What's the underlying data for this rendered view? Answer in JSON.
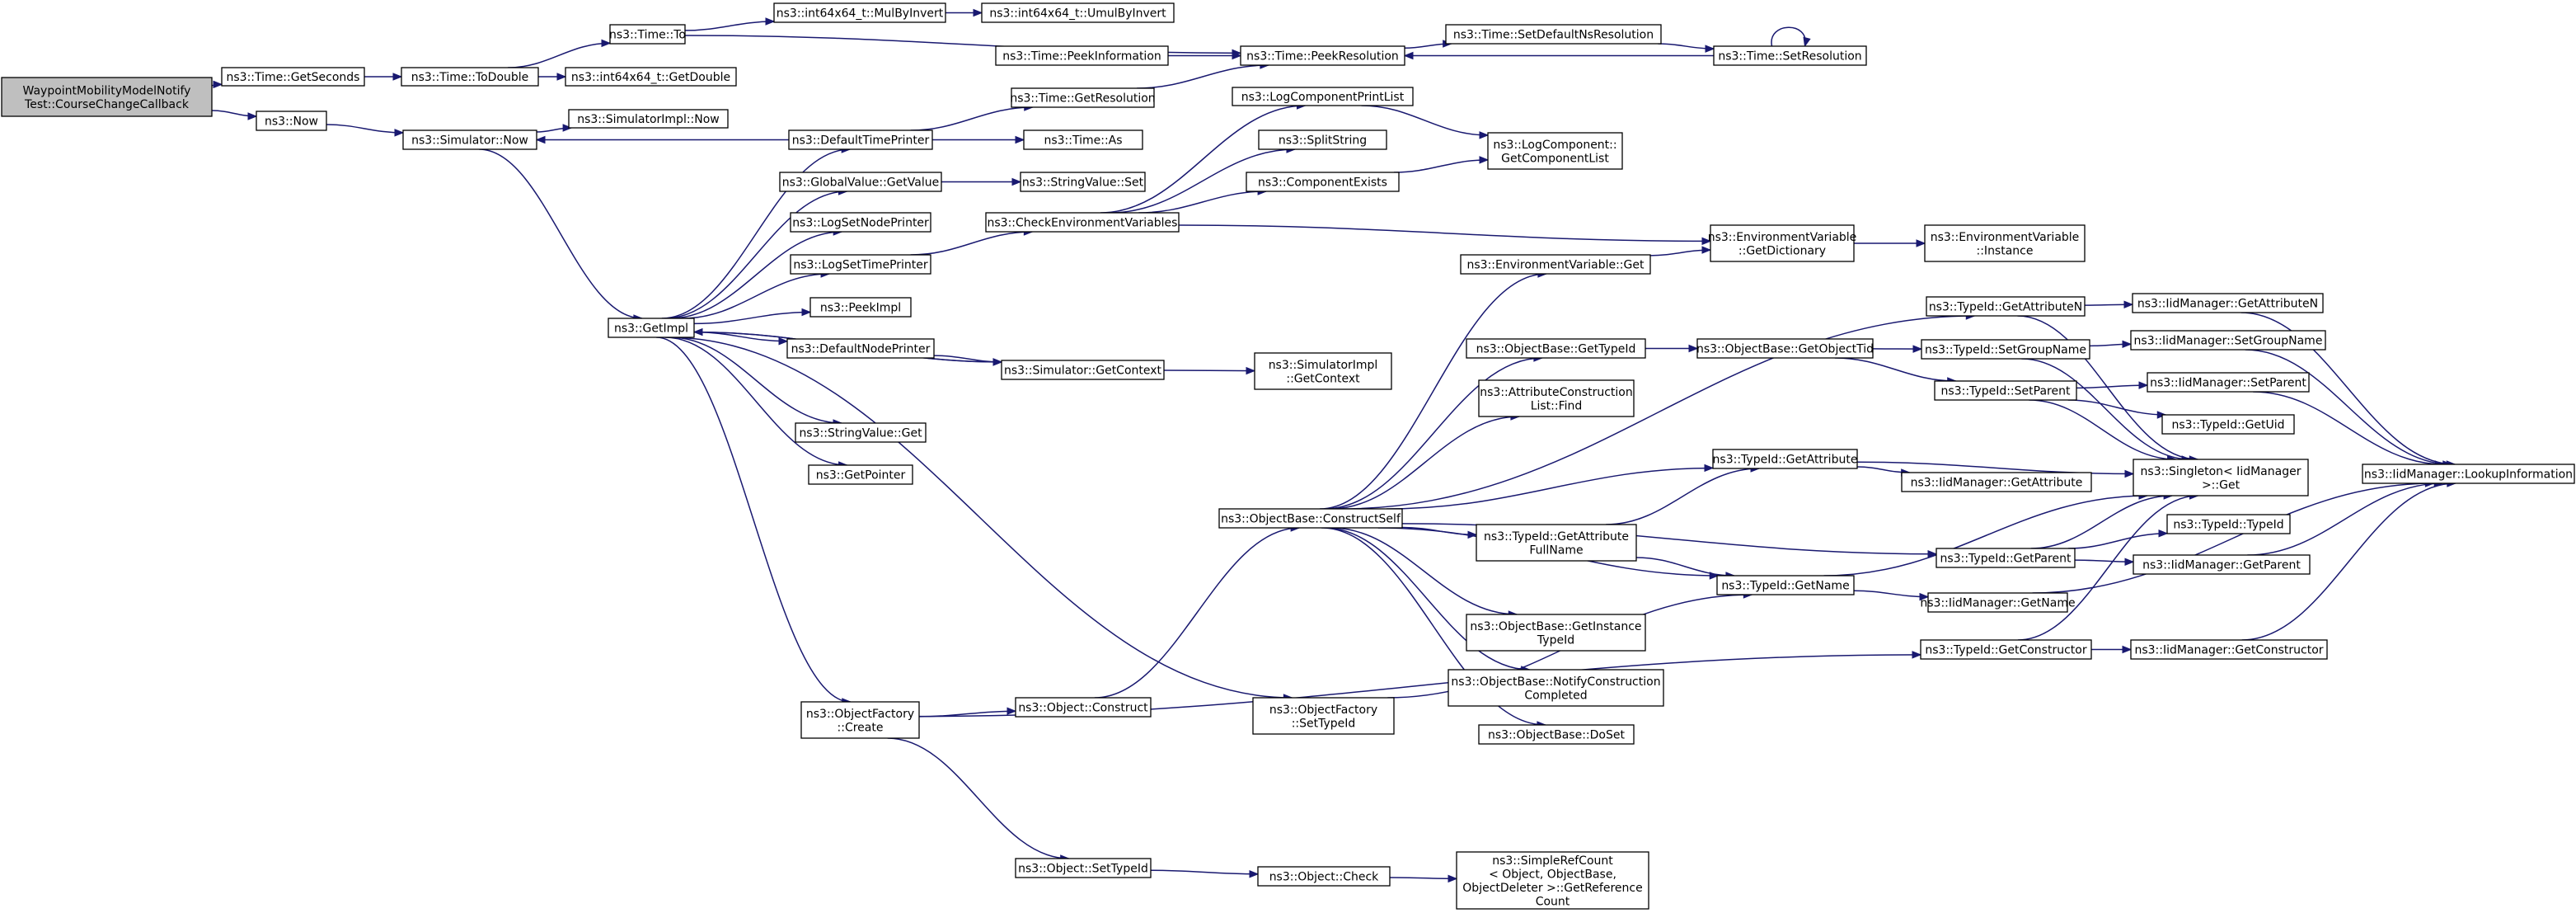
{
  "nodes": [
    {
      "id": "root",
      "lines": [
        "WaypointMobilityModelNotify",
        "Test::CourseChangeCallback"
      ],
      "root": true
    },
    {
      "id": "getSeconds",
      "lines": [
        "ns3::Time::GetSeconds"
      ]
    },
    {
      "id": "now",
      "lines": [
        "ns3::Now"
      ]
    },
    {
      "id": "toDouble",
      "lines": [
        "ns3::Time::ToDouble"
      ]
    },
    {
      "id": "simNow",
      "lines": [
        "ns3::Simulator::Now"
      ]
    },
    {
      "id": "timeTo",
      "lines": [
        "ns3::Time::To"
      ]
    },
    {
      "id": "intGetDouble",
      "lines": [
        "ns3::int64x64_t::GetDouble"
      ]
    },
    {
      "id": "mulByInvert",
      "lines": [
        "ns3::int64x64_t::MulByInvert"
      ]
    },
    {
      "id": "umulByInvert",
      "lines": [
        "ns3::int64x64_t::UmulByInvert"
      ]
    },
    {
      "id": "peekInformation",
      "lines": [
        "ns3::Time::PeekInformation"
      ]
    },
    {
      "id": "peekResolution",
      "lines": [
        "ns3::Time::PeekResolution"
      ]
    },
    {
      "id": "setDefaultNsRes",
      "lines": [
        "ns3::Time::SetDefaultNsResolution"
      ]
    },
    {
      "id": "setResolution",
      "lines": [
        "ns3::Time::SetResolution"
      ]
    },
    {
      "id": "simImplNow",
      "lines": [
        "ns3::SimulatorImpl::Now"
      ]
    },
    {
      "id": "defaultTimePrinter",
      "lines": [
        "ns3::DefaultTimePrinter"
      ]
    },
    {
      "id": "getResolution",
      "lines": [
        "ns3::Time::GetResolution"
      ]
    },
    {
      "id": "timeAs",
      "lines": [
        "ns3::Time::As"
      ]
    },
    {
      "id": "globalGetValue",
      "lines": [
        "ns3::GlobalValue::GetValue"
      ]
    },
    {
      "id": "stringValueSet",
      "lines": [
        "ns3::StringValue::Set"
      ]
    },
    {
      "id": "logSetNodePrinter",
      "lines": [
        "ns3::LogSetNodePrinter"
      ]
    },
    {
      "id": "logSetTimePrinter",
      "lines": [
        "ns3::LogSetTimePrinter"
      ]
    },
    {
      "id": "checkEnv",
      "lines": [
        "ns3::CheckEnvironmentVariables"
      ]
    },
    {
      "id": "logCompPrintList",
      "lines": [
        "ns3::LogComponentPrintList"
      ]
    },
    {
      "id": "splitString",
      "lines": [
        "ns3::SplitString"
      ]
    },
    {
      "id": "componentExists",
      "lines": [
        "ns3::ComponentExists"
      ]
    },
    {
      "id": "logCompGetList",
      "lines": [
        "ns3::LogComponent::",
        "GetComponentList"
      ]
    },
    {
      "id": "envGetDict",
      "lines": [
        "ns3::EnvironmentVariable",
        "::GetDictionary"
      ]
    },
    {
      "id": "envInstance",
      "lines": [
        "ns3::EnvironmentVariable",
        "::Instance"
      ]
    },
    {
      "id": "envGet",
      "lines": [
        "ns3::EnvironmentVariable::Get"
      ]
    },
    {
      "id": "getImpl",
      "lines": [
        "ns3::GetImpl"
      ]
    },
    {
      "id": "peekImpl",
      "lines": [
        "ns3::PeekImpl"
      ]
    },
    {
      "id": "defaultNodePrinter",
      "lines": [
        "ns3::DefaultNodePrinter"
      ]
    },
    {
      "id": "simGetContext",
      "lines": [
        "ns3::Simulator::GetContext"
      ]
    },
    {
      "id": "simImplGetContext",
      "lines": [
        "ns3::SimulatorImpl",
        "::GetContext"
      ]
    },
    {
      "id": "stringValueGet",
      "lines": [
        "ns3::StringValue::Get"
      ]
    },
    {
      "id": "getPointer",
      "lines": [
        "ns3::GetPointer"
      ]
    },
    {
      "id": "objGetTypeId",
      "lines": [
        "ns3::ObjectBase::GetTypeId"
      ]
    },
    {
      "id": "objGetObjectTid",
      "lines": [
        "ns3::ObjectBase::GetObjectTid"
      ]
    },
    {
      "id": "attrConstructFind",
      "lines": [
        "ns3::AttributeConstruction",
        "List::Find"
      ]
    },
    {
      "id": "typeGetAttributeN",
      "lines": [
        "ns3::TypeId::GetAttributeN"
      ]
    },
    {
      "id": "iidGetAttributeN",
      "lines": [
        "ns3::IidManager::GetAttributeN"
      ]
    },
    {
      "id": "typeSetGroupName",
      "lines": [
        "ns3::TypeId::SetGroupName"
      ]
    },
    {
      "id": "iidSetGroupName",
      "lines": [
        "ns3::IidManager::SetGroupName"
      ]
    },
    {
      "id": "typeSetParent",
      "lines": [
        "ns3::TypeId::SetParent"
      ]
    },
    {
      "id": "iidSetParent",
      "lines": [
        "ns3::IidManager::SetParent"
      ]
    },
    {
      "id": "typeGetUid",
      "lines": [
        "ns3::TypeId::GetUid"
      ]
    },
    {
      "id": "typeGetAttribute",
      "lines": [
        "ns3::TypeId::GetAttribute"
      ]
    },
    {
      "id": "iidGetAttribute",
      "lines": [
        "ns3::IidManager::GetAttribute"
      ]
    },
    {
      "id": "singletonGet",
      "lines": [
        "ns3::Singleton< IidManager",
        ">::Get"
      ]
    },
    {
      "id": "iidLookup",
      "lines": [
        "ns3::IidManager::LookupInformation"
      ]
    },
    {
      "id": "constructSelf",
      "lines": [
        "ns3::ObjectBase::ConstructSelf"
      ]
    },
    {
      "id": "typeGetAttrFullName",
      "lines": [
        "ns3::TypeId::GetAttribute",
        "FullName"
      ]
    },
    {
      "id": "typeGetParent",
      "lines": [
        "ns3::TypeId::GetParent"
      ]
    },
    {
      "id": "typeTypeId",
      "lines": [
        "ns3::TypeId::TypeId"
      ]
    },
    {
      "id": "iidGetParent",
      "lines": [
        "ns3::IidManager::GetParent"
      ]
    },
    {
      "id": "typeGetName",
      "lines": [
        "ns3::TypeId::GetName"
      ]
    },
    {
      "id": "iidGetName",
      "lines": [
        "ns3::IidManager::GetName"
      ]
    },
    {
      "id": "objGetInstanceTid",
      "lines": [
        "ns3::ObjectBase::GetInstance",
        "TypeId"
      ]
    },
    {
      "id": "objNotifyConstruct",
      "lines": [
        "ns3::ObjectBase::NotifyConstruction",
        "Completed"
      ]
    },
    {
      "id": "typeGetConstructor",
      "lines": [
        "ns3::TypeId::GetConstructor"
      ]
    },
    {
      "id": "iidGetConstructor",
      "lines": [
        "ns3::IidManager::GetConstructor"
      ]
    },
    {
      "id": "objFactoryCreate",
      "lines": [
        "ns3::ObjectFactory",
        "::Create"
      ]
    },
    {
      "id": "objectConstruct",
      "lines": [
        "ns3::Object::Construct"
      ]
    },
    {
      "id": "objFactorySetTid",
      "lines": [
        "ns3::ObjectFactory",
        "::SetTypeId"
      ]
    },
    {
      "id": "objDoSet",
      "lines": [
        "ns3::ObjectBase::DoSet"
      ]
    },
    {
      "id": "objectSetTypeId",
      "lines": [
        "ns3::Object::SetTypeId"
      ]
    },
    {
      "id": "objectCheck",
      "lines": [
        "ns3::Object::Check"
      ]
    },
    {
      "id": "simpleRefCount",
      "lines": [
        "ns3::SimpleRefCount",
        "< Object, ObjectBase,",
        "ObjectDeleter >::GetReference",
        "Count"
      ]
    }
  ],
  "edges": [
    [
      "root",
      "getSeconds"
    ],
    [
      "root",
      "now"
    ],
    [
      "getSeconds",
      "toDouble"
    ],
    [
      "toDouble",
      "timeTo"
    ],
    [
      "toDouble",
      "intGetDouble"
    ],
    [
      "timeTo",
      "mulByInvert"
    ],
    [
      "timeTo",
      "peekResolution"
    ],
    [
      "mulByInvert",
      "umulByInvert"
    ],
    [
      "now",
      "simNow"
    ],
    [
      "simNow",
      "simImplNow"
    ],
    [
      "simNow",
      "getImpl"
    ],
    [
      "peekInformation",
      "peekResolution"
    ],
    [
      "peekResolution",
      "setDefaultNsRes"
    ],
    [
      "setDefaultNsRes",
      "setResolution"
    ],
    [
      "setResolution",
      "peekResolution"
    ],
    [
      "setResolution",
      "setResolution"
    ],
    [
      "defaultTimePrinter",
      "simNow"
    ],
    [
      "defaultTimePrinter",
      "getResolution"
    ],
    [
      "defaultTimePrinter",
      "timeAs"
    ],
    [
      "getResolution",
      "peekResolution"
    ],
    [
      "globalGetValue",
      "stringValueSet"
    ],
    [
      "logSetTimePrinter",
      "checkEnv"
    ],
    [
      "checkEnv",
      "logCompPrintList"
    ],
    [
      "checkEnv",
      "splitString"
    ],
    [
      "checkEnv",
      "componentExists"
    ],
    [
      "checkEnv",
      "envGetDict"
    ],
    [
      "logCompPrintList",
      "logCompGetList"
    ],
    [
      "componentExists",
      "logCompGetList"
    ],
    [
      "envGetDict",
      "envInstance"
    ],
    [
      "envGet",
      "envGetDict"
    ],
    [
      "getImpl",
      "defaultTimePrinter"
    ],
    [
      "getImpl",
      "globalGetValue"
    ],
    [
      "getImpl",
      "logSetNodePrinter"
    ],
    [
      "getImpl",
      "logSetTimePrinter"
    ],
    [
      "getImpl",
      "peekImpl"
    ],
    [
      "getImpl",
      "defaultNodePrinter"
    ],
    [
      "getImpl",
      "simGetContext"
    ],
    [
      "getImpl",
      "stringValueGet"
    ],
    [
      "getImpl",
      "getPointer"
    ],
    [
      "getImpl",
      "objFactoryCreate"
    ],
    [
      "getImpl",
      "objFactorySetTid"
    ],
    [
      "defaultNodePrinter",
      "simGetContext"
    ],
    [
      "simGetContext",
      "getImpl"
    ],
    [
      "simGetContext",
      "simImplGetContext"
    ],
    [
      "objFactoryCreate",
      "objectConstruct"
    ],
    [
      "objFactoryCreate",
      "objectSetTypeId"
    ],
    [
      "objFactoryCreate",
      "typeGetConstructor"
    ],
    [
      "objectConstruct",
      "constructSelf"
    ],
    [
      "objFactorySetTid",
      "typeGetName"
    ],
    [
      "objectSetTypeId",
      "objectCheck"
    ],
    [
      "objectCheck",
      "simpleRefCount"
    ],
    [
      "constructSelf",
      "envGet"
    ],
    [
      "constructSelf",
      "typeGetAttributeN"
    ],
    [
      "constructSelf",
      "objGetTypeId"
    ],
    [
      "constructSelf",
      "attrConstructFind"
    ],
    [
      "constructSelf",
      "typeGetAttribute"
    ],
    [
      "constructSelf",
      "typeGetAttrFullName"
    ],
    [
      "constructSelf",
      "typeGetParent"
    ],
    [
      "constructSelf",
      "typeGetName"
    ],
    [
      "constructSelf",
      "objGetInstanceTid"
    ],
    [
      "constructSelf",
      "objNotifyConstruct"
    ],
    [
      "constructSelf",
      "objDoSet"
    ],
    [
      "objGetTypeId",
      "objGetObjectTid"
    ],
    [
      "objGetObjectTid",
      "typeSetGroupName"
    ],
    [
      "objGetObjectTid",
      "typeSetParent"
    ],
    [
      "typeGetAttributeN",
      "iidGetAttributeN"
    ],
    [
      "typeGetAttributeN",
      "singletonGet"
    ],
    [
      "typeSetGroupName",
      "iidSetGroupName"
    ],
    [
      "typeSetGroupName",
      "singletonGet"
    ],
    [
      "typeSetParent",
      "iidSetParent"
    ],
    [
      "typeSetParent",
      "typeGetUid"
    ],
    [
      "typeSetParent",
      "singletonGet"
    ],
    [
      "typeGetAttrFullName",
      "typeGetAttribute"
    ],
    [
      "typeGetAttrFullName",
      "typeGetName"
    ],
    [
      "typeGetAttribute",
      "iidGetAttribute"
    ],
    [
      "typeGetAttribute",
      "singletonGet"
    ],
    [
      "typeGetParent",
      "typeTypeId"
    ],
    [
      "typeGetParent",
      "iidGetParent"
    ],
    [
      "typeGetParent",
      "singletonGet"
    ],
    [
      "typeGetName",
      "iidGetName"
    ],
    [
      "typeGetName",
      "singletonGet"
    ],
    [
      "typeGetConstructor",
      "iidGetConstructor"
    ],
    [
      "typeGetConstructor",
      "singletonGet"
    ],
    [
      "iidGetAttributeN",
      "iidLookup"
    ],
    [
      "iidSetGroupName",
      "iidLookup"
    ],
    [
      "iidSetParent",
      "iidLookup"
    ],
    [
      "iidGetParent",
      "iidLookup"
    ],
    [
      "iidGetName",
      "iidLookup"
    ],
    [
      "iidGetConstructor",
      "iidLookup"
    ]
  ]
}
